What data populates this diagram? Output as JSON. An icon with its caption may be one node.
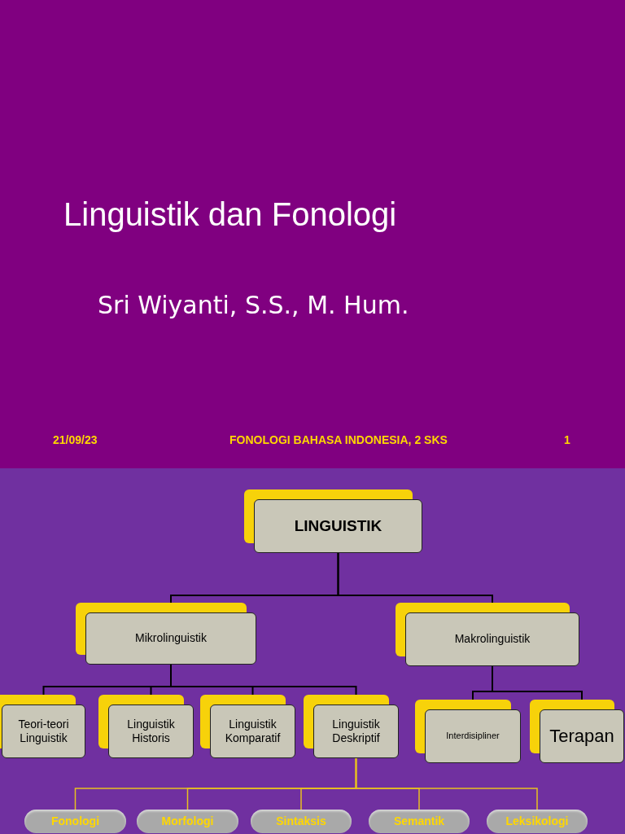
{
  "diagram": {
    "title": "Linguistik dan Fonologi",
    "nodes": [
      {
        "text": [
          "LINGUISTIK"
        ]
      },
      {
        "text": [
          "Mikrolinguistik"
        ]
      },
      {
        "text": [
          "Makrolinguistik"
        ]
      },
      {
        "text": [
          "Teori-teori Linguistik"
        ]
      },
      {
        "text": [
          "Linguistik Historis"
        ]
      },
      {
        "text": [
          "Linguistik Komparatif"
        ]
      },
      {
        "text": [
          "Linguistik Deskriptif"
        ]
      },
      {
        "text": [
          "Interdisipliner"
        ]
      },
      {
        "text": [
          "Terapan"
        ]
      },
      {
        "text": [
          "Fonologi"
        ]
      },
      {
        "text": [
          "Morfologi"
        ]
      },
      {
        "text": [
          "Sintaksis"
        ]
      },
      {
        "text": [
          "Semantik"
        ]
      },
      {
        "text": [
          "Leksikologi"
        ]
      }
    ],
    "edges": [
      {
        "from": 0,
        "to": 1,
        "arrow": "none"
      },
      {
        "from": 0,
        "to": 2,
        "arrow": "none"
      },
      {
        "from": 1,
        "to": 3,
        "arrow": "none"
      },
      {
        "from": 1,
        "to": 4,
        "arrow": "none"
      },
      {
        "from": 1,
        "to": 5,
        "arrow": "none"
      },
      {
        "from": 1,
        "to": 6,
        "arrow": "none"
      },
      {
        "from": 2,
        "to": 7,
        "arrow": "none"
      },
      {
        "from": 2,
        "to": 8,
        "arrow": "none"
      },
      {
        "from": 6,
        "to": 9,
        "arrow": "none",
        "color": "#e8c020"
      },
      {
        "from": 6,
        "to": 10,
        "arrow": "none",
        "color": "#e8c020"
      },
      {
        "from": 6,
        "to": 11,
        "arrow": "none",
        "color": "#e8c020"
      },
      {
        "from": 6,
        "to": 12,
        "arrow": "none",
        "color": "#e8c020"
      },
      {
        "from": 6,
        "to": 13,
        "arrow": "none",
        "color": "#e8c020"
      }
    ],
    "labels": [
      "Sri Wiyanti, S.S., M. Hum.",
      "21/09/23",
      "FONOLOGI BAHASA INDONESIA, 2 SKS",
      "1"
    ]
  }
}
